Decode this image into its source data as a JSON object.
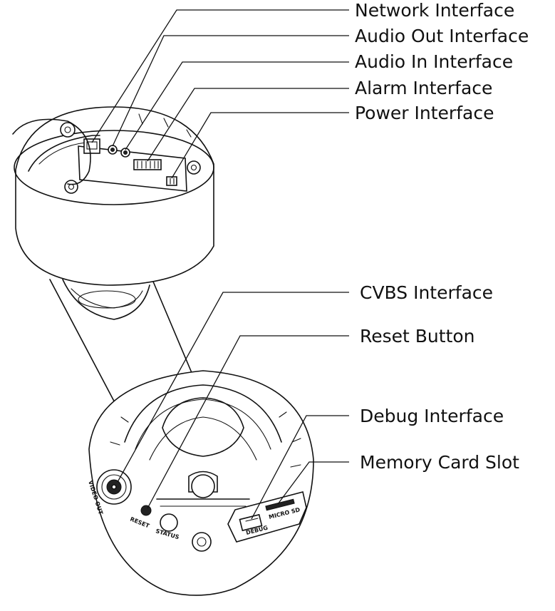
{
  "callouts": {
    "network": "Network Interface",
    "audio_out": "Audio Out Interface",
    "audio_in": "Audio In Interface",
    "alarm": "Alarm Interface",
    "power": "Power Interface",
    "cvbs": "CVBS Interface",
    "reset": "Reset Button",
    "debug": "Debug Interface",
    "memory": "Memory Card Slot"
  },
  "port_marks": {
    "video_out": "VIDEO OUT",
    "reset": "RESET",
    "status": "STATUS",
    "debug": "DEBUG",
    "micro_sd": "MICRO SD"
  }
}
